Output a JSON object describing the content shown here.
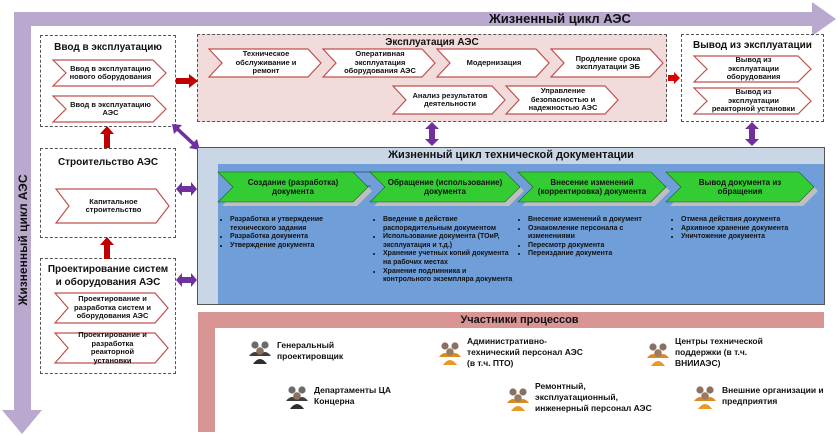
{
  "lifecycle": {
    "title": "Жизненный цикл АЭС",
    "color": "#b9a9cf"
  },
  "commissioning": {
    "title": "Ввод в эксплуатацию",
    "items": [
      "Ввод в эксплуатацию нового оборудования",
      "Ввод в эксплуатацию АЭС"
    ]
  },
  "construction": {
    "title": "Строительство АЭС",
    "items": [
      "Капитальное строительство"
    ]
  },
  "design": {
    "title": "Проектирование систем и оборудования АЭС",
    "items": [
      "Проектирование и разработка систем и оборудования АЭС",
      "Проектирование и разработка реакторной установки"
    ]
  },
  "operation": {
    "title": "Эксплуатация АЭС",
    "items": [
      "Техническое обслуживание и ремонт",
      "Оперативная эксплуатация оборудования АЭС",
      "Модернизация",
      "Продление срока эксплуатации ЭБ",
      "Анализ результатов деятельности",
      "Управление безопасностью и надежностью АЭС"
    ],
    "color": "#f2dcdb"
  },
  "decommissioning": {
    "title": "Вывод из эксплуатации",
    "items": [
      "Вывод из эксплуатации оборудования",
      "Вывод из эксплуатации реакторной установки"
    ]
  },
  "doc_lifecycle": {
    "title": "Жизненный цикл технической документации",
    "stages": [
      {
        "label": "Создание (разработка) документа",
        "bullets": [
          "Разработка и утверждение технического задания",
          "Разработка документа",
          "Утверждение документа"
        ]
      },
      {
        "label": "Обращение (использование) документа",
        "bullets": [
          "Введение в действие распорядительным документом",
          "Использование документа (ТОиР, эксплуатация и т.д.)",
          "Хранение учетных копий документа на рабочих местах",
          "Хранение подлинника и контрольного экземпляра документа"
        ]
      },
      {
        "label": "Внесение изменений (корректировка) документа",
        "bullets": [
          "Внесение изменений в документ",
          "Ознакомление персонала с изменениями",
          "Пересмотр документа",
          "Переиздание документа"
        ]
      },
      {
        "label": "Вывод документа из обращения",
        "bullets": [
          "Отмена действия документа",
          "Архивное хранение документа",
          "Уничтожение документа"
        ]
      }
    ],
    "stage_color": "#33cc33"
  },
  "participants": {
    "title": "Участники процессов",
    "color": "#d99594",
    "items": [
      {
        "label": "Генеральный проектировщик",
        "icon": "people-gray-icon"
      },
      {
        "label": "Административно-технический персонал АЭС (в т.ч. ПТО)",
        "icon": "people-orange-icon"
      },
      {
        "label": "Центры технической поддержки (в т.ч. ВНИИАЭС)",
        "icon": "people-orange-icon"
      },
      {
        "label": "Департаменты ЦА Концерна",
        "icon": "people-gray-icon"
      },
      {
        "label": "Ремонтный, эксплуатационный, инженерный персонал АЭС",
        "icon": "people-orange-icon"
      },
      {
        "label": "Внешние организации и предприятия",
        "icon": "people-orange-icon"
      }
    ]
  }
}
